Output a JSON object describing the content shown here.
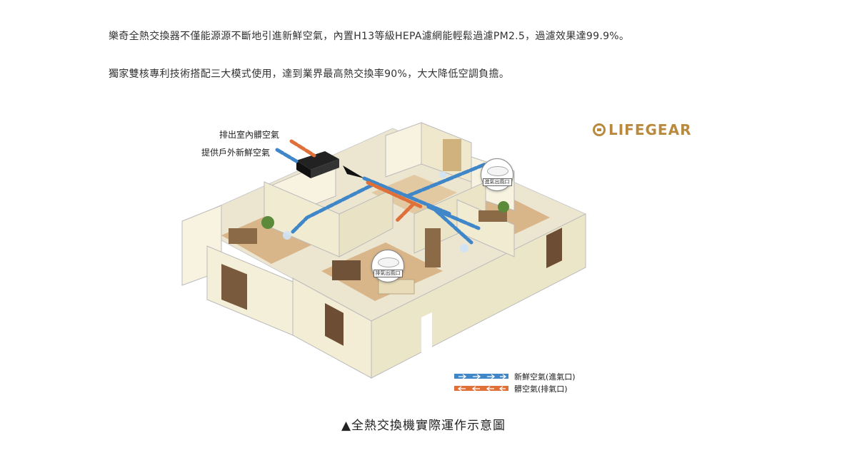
{
  "text": {
    "paragraph1": "樂奇全熱交換器不僅能源源不斷地引進新鮮空氣，內置H13等級HEPA濾網能輕鬆過濾PM2.5，過濾效果達99.9%。",
    "paragraph2": "獨家雙核專利技術搭配三大模式使用，達到業界最高熱交換率90%，大大降低空調負擔。"
  },
  "diagram": {
    "callout_exhaust": "排出室內髒空氣",
    "callout_fresh": "提供戶外新鮮空氣",
    "bubble_supply": "進氣出風口",
    "bubble_exhaust": "排氣出風口",
    "logo": "LIFEGEAR",
    "legend": [
      {
        "label": "新鮮空氣(進氣口)",
        "color": "#3f87c8"
      },
      {
        "label": "髒空氣(排氣口)",
        "color": "#e0703a"
      }
    ]
  },
  "caption": "▲全熱交換機實際運作示意圖",
  "colors": {
    "fresh": "#3f87c8",
    "dirty": "#e0703a",
    "brand": "#b98a3e",
    "wall": "#f5f1dc",
    "floor": "#d9b58a"
  }
}
